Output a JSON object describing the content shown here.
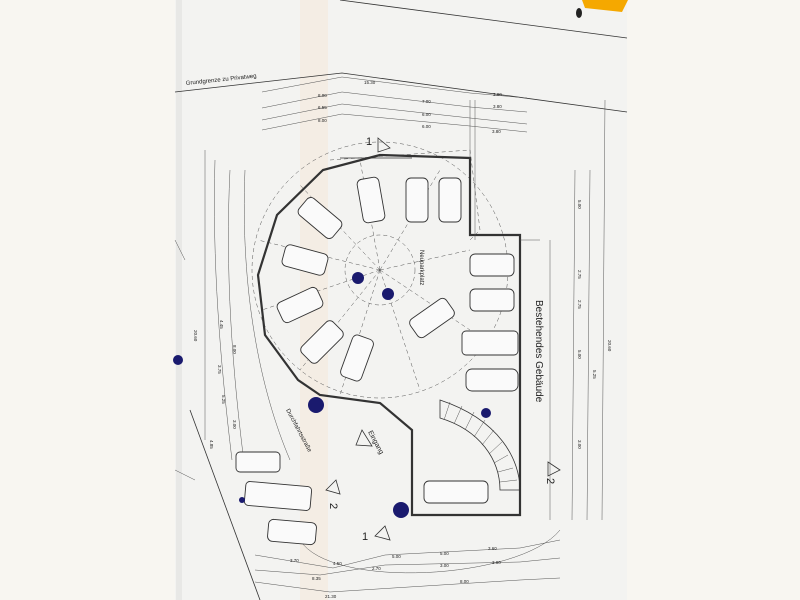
{
  "labels": {
    "property_line": "Grundgrenze zu Privatweg",
    "existing_building": "Bestehendes Gebäude",
    "through_road": "Durchfahrtsstraße",
    "entrance": "Eingang",
    "parking": "Neuparkplatz",
    "section_1_top": "1",
    "section_1_bottom": "1",
    "section_2_left": "2",
    "section_2_right": "2"
  },
  "dimensions": {
    "top": [
      "15.30",
      "8.00",
      "7.00",
      "3.80",
      "6.55",
      "6.00",
      "3.80",
      "8.00",
      "6.00",
      "3.80"
    ],
    "bottom": [
      "3.70",
      "4.50",
      "5.00",
      "5.00",
      "3.60",
      "8.35",
      "2.70",
      "3.00",
      "3.80",
      "8.00",
      "21.30"
    ],
    "left": [
      "4.45",
      "8.00",
      "3.75",
      "5.25",
      "3.00",
      "4.85",
      "20.60"
    ],
    "right": [
      "5.00",
      "2.75",
      "2.75",
      "5.00",
      "5.25",
      "3.00",
      "20.60"
    ]
  },
  "colors": {
    "paper": "#f3f3f1",
    "background": "#f8f6f1",
    "tree_marker": "#1a1a6e",
    "tape": "#f5a800"
  }
}
